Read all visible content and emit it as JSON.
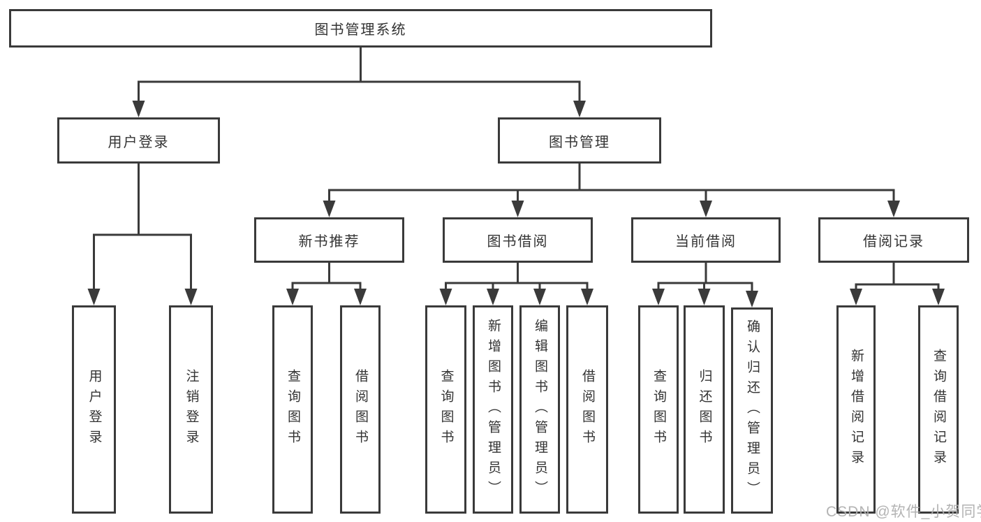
{
  "tree": {
    "label": "图书管理系统",
    "children": [
      {
        "label": "用户登录",
        "children": [
          {
            "label": "用户登录"
          },
          {
            "label": "注销登录"
          }
        ]
      },
      {
        "label": "图书管理",
        "children": [
          {
            "label": "新书推荐",
            "children": [
              {
                "label": "查询图书"
              },
              {
                "label": "借阅图书"
              }
            ]
          },
          {
            "label": "图书借阅",
            "children": [
              {
                "label": "查询图书"
              },
              {
                "label": "新增图书（管理员）"
              },
              {
                "label": "编辑图书（管理员）"
              },
              {
                "label": "借阅图书"
              }
            ]
          },
          {
            "label": "当前借阅",
            "children": [
              {
                "label": "查询图书"
              },
              {
                "label": "归还图书"
              },
              {
                "label": "确认归还（管理员）"
              }
            ]
          },
          {
            "label": "借阅记录",
            "children": [
              {
                "label": "新增借阅记录"
              },
              {
                "label": "查询借阅记录"
              }
            ]
          }
        ]
      }
    ]
  },
  "watermark": {
    "text": "CSDN @软件_小贺同学"
  },
  "colors": {
    "line": "#3a3a3a",
    "text": "#333333",
    "watermark": "#afafaf",
    "background": "#ffffff"
  }
}
